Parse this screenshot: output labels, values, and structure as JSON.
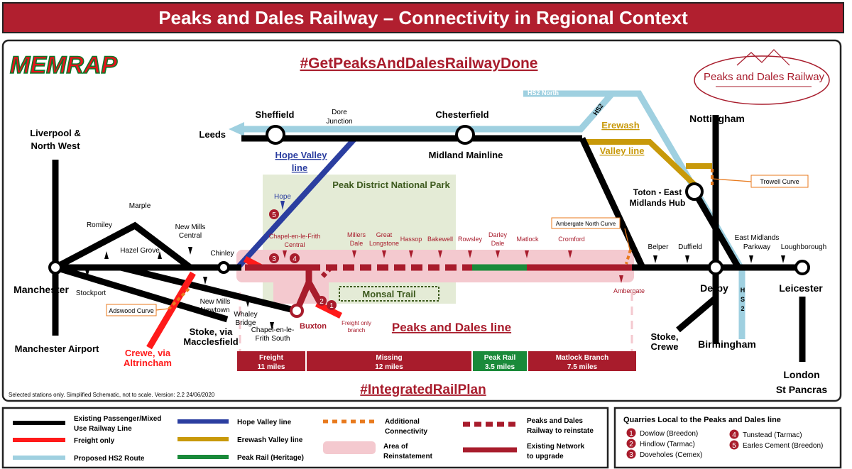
{
  "banner_title": "Peaks and Dales Railway – Connectivity in Regional Context",
  "logo_text": "MEMRAP",
  "hashtag_top": "#GetPeaksAndDalesRailwayDone",
  "hashtag_bottom": "#IntegratedRailPlan",
  "pdr_logo": "Peaks and Dales Railway",
  "colors": {
    "red": "#b11f2f",
    "bright_red": "#ff1a1a",
    "hs2": "#9fd0e0",
    "hope_valley": "#2b3ea0",
    "erewash": "#c8990a",
    "peak_rail": "#1a8a3a",
    "connectivity": "#e87a1e",
    "park": "#e4ebd6",
    "reinstatement": "#f4c9cf"
  },
  "labels": {
    "liverpool": [
      "Liverpool &",
      "North West"
    ],
    "manchester": "Manchester",
    "manchester_airport": "Manchester Airport",
    "stockport": "Stockport",
    "romiley": "Romiley",
    "marple": "Marple",
    "hazel_grove": "Hazel Grove",
    "new_mills_central": [
      "New Mills",
      "Central"
    ],
    "new_mills_newtown": [
      "New Mills",
      "Newtown"
    ],
    "chinley": "Chinley",
    "adswood": "Adswood Curve",
    "crewe_altrincham": [
      "Crewe, via",
      "Altrincham"
    ],
    "stoke_macc": [
      "Stoke, via",
      "Macclesfield"
    ],
    "whaley": [
      "Whaley",
      "Bridge"
    ],
    "cef_south": [
      "Chapel-en-le-",
      "Frith South"
    ],
    "buxton": "Buxton",
    "freight_branch": [
      "Freight only",
      "branch"
    ],
    "leeds": "Leeds",
    "sheffield": "Sheffield",
    "dore": [
      "Dore",
      "Junction"
    ],
    "chesterfield": "Chesterfield",
    "midland_mainline": "Midland Mainline",
    "hope_valley_line": [
      "Hope Valley",
      "line"
    ],
    "hope": "Hope",
    "park_name": "Peak District National Park",
    "cef_central": [
      "Chapel-en-le-Frith",
      "Central"
    ],
    "millers_dale": [
      "Millers",
      "Dale"
    ],
    "great_longstone": [
      "Great",
      "Longstone"
    ],
    "hassop": "Hassop",
    "bakewell": "Bakewell",
    "rowsley": "Rowsley",
    "darley_dale": [
      "Darley",
      "Dale"
    ],
    "matlock": "Matlock",
    "cromford": "Cromford",
    "ambergate_north": "Ambergate North Curve",
    "ambergate": "Ambergate",
    "monsal_trail": "Monsal Trail",
    "pd_line": "Peaks and Dales line",
    "hs2_north": "HS2 North",
    "hs2_diag": "HS2",
    "hs2_vert": [
      "H",
      "S",
      "2"
    ],
    "erewash": "Erewash",
    "valley_line": "Valley line",
    "nottingham": "Nottingham",
    "trowell": "Trowell Curve",
    "toton": [
      "Toton - East",
      "Midlands Hub"
    ],
    "belper": "Belper",
    "duffield": "Duffield",
    "emp": [
      "East Midlands",
      "Parkway"
    ],
    "loughborough": "Loughborough",
    "derby": "Derby",
    "leicester": "Leicester",
    "stoke_crewe": [
      "Stoke,",
      "Crewe"
    ],
    "birmingham": "Birmingham",
    "london": [
      "London",
      "St Pancras"
    ],
    "footnote": "Selected stations only. Simplified Schematic, not to scale. Version: 2.2 24/06/2020"
  },
  "segments": [
    {
      "name": "Freight",
      "length": "11 miles"
    },
    {
      "name": "Missing",
      "length": "12 miles"
    },
    {
      "name": "Peak Rail",
      "length": "3.5 miles"
    },
    {
      "name": "Matlock Branch",
      "length": "7.5 miles"
    }
  ],
  "legend": {
    "existing": [
      "Existing Passenger/Mixed",
      "Use Railway Line"
    ],
    "freight": "Freight only",
    "hs2": "Proposed HS2 Route",
    "hope": "Hope Valley line",
    "erewash": "Erewash Valley line",
    "peak_rail": "Peak Rail (Heritage)",
    "connectivity": [
      "Additional",
      "Connectivity"
    ],
    "reinstatement": [
      "Area of",
      "Reinstatement"
    ],
    "reinstate": [
      "Peaks and Dales",
      "Railway to reinstate"
    ],
    "upgrade": [
      "Existing Network",
      "to upgrade"
    ]
  },
  "quarries": {
    "title": "Quarries Local to the Peaks and Dales line",
    "items": [
      {
        "num": "1",
        "name": "Dowlow (Breedon)"
      },
      {
        "num": "2",
        "name": "Hindlow (Tarmac)"
      },
      {
        "num": "3",
        "name": "Doveholes (Cemex)"
      },
      {
        "num": "4",
        "name": "Tunstead (Tarmac)"
      },
      {
        "num": "5",
        "name": "Earles Cement (Breedon)"
      }
    ]
  }
}
